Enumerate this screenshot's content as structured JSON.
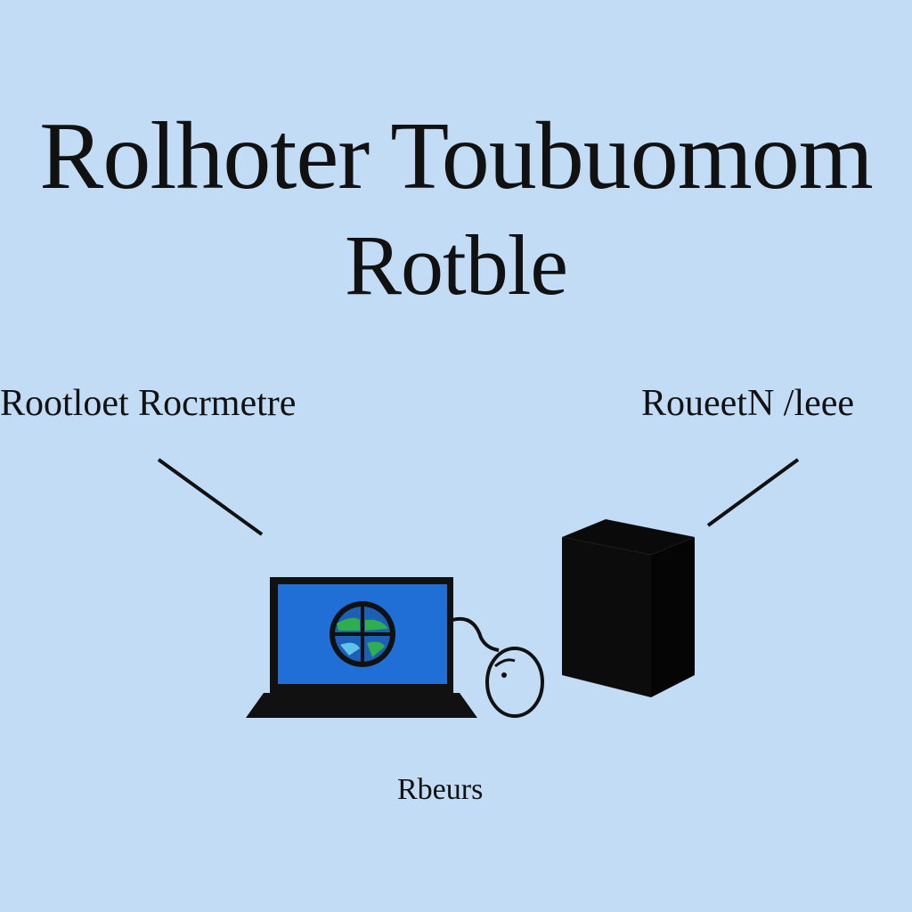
{
  "title": {
    "line1": "Rolhoter Toubuomom",
    "line2": "Rotble"
  },
  "labels": {
    "left": "Rootloet Rocrmetre",
    "right": "RoueetN /leee",
    "bottom": "Rbeurs"
  },
  "colors": {
    "background": "#c2dcf6",
    "ink": "#111111",
    "screen": "#1f6fd6",
    "globe_land": "#2fae4f",
    "globe_water": "#1c5fb8"
  },
  "icons": {
    "laptop": "laptop-icon",
    "mouse": "mouse-icon",
    "tower": "computer-tower-icon",
    "globe": "globe-icon"
  }
}
